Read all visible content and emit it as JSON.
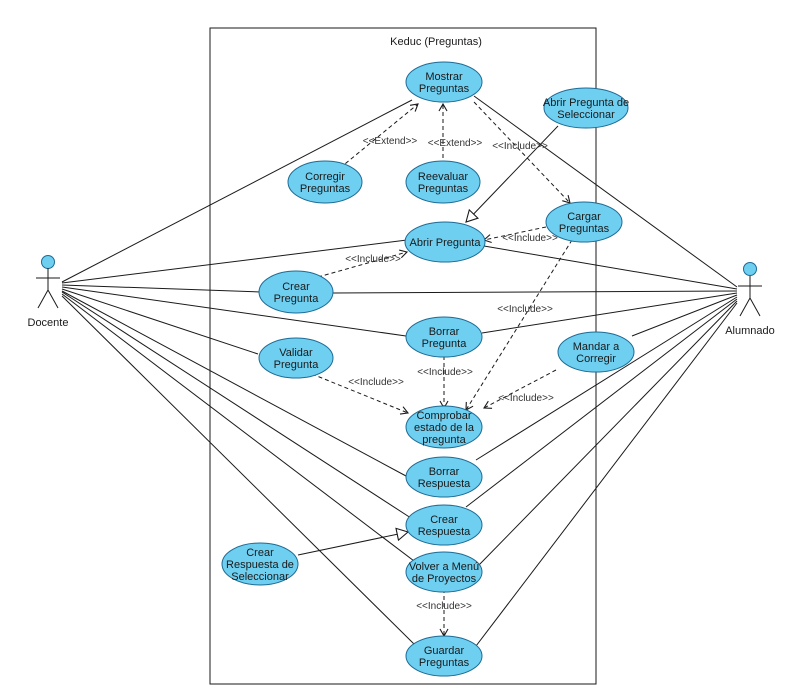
{
  "system": {
    "title": "Keduc (Preguntas)"
  },
  "colors": {
    "usecase_fill": "#6ecff0",
    "usecase_stroke": "#1d6b95",
    "line": "#1a1a1a",
    "actor_fill": "#6ecff0"
  },
  "actors": {
    "docente": "Docente",
    "alumnado": "Alumnado"
  },
  "usecases": {
    "mostrar_preguntas": [
      "Mostrar",
      "Preguntas"
    ],
    "abrir_pregunta_de_seleccionar": [
      "Abrir Pregunta de",
      "Seleccionar"
    ],
    "corregir_preguntas": [
      "Corregir",
      "Preguntas"
    ],
    "reevaluar_preguntas": [
      "Reevaluar",
      "Preguntas"
    ],
    "cargar_preguntas": [
      "Cargar",
      "Preguntas"
    ],
    "abrir_pregunta": [
      "Abrir Pregunta"
    ],
    "crear_pregunta": [
      "Crear",
      "Pregunta"
    ],
    "borrar_pregunta": [
      "Borrar",
      "Pregunta"
    ],
    "validar_pregunta": [
      "Validar",
      "Pregunta"
    ],
    "mandar_a_corregir": [
      "Mandar a",
      "Corregir"
    ],
    "comprobar_estado": [
      "Comprobar",
      "estado de la",
      "pregunta"
    ],
    "borrar_respuesta": [
      "Borrar",
      "Respuesta"
    ],
    "crear_respuesta": [
      "Crear",
      "Respuesta"
    ],
    "crear_respuesta_de_seleccionar": [
      "Crear",
      "Respuesta de",
      "Seleccionar"
    ],
    "volver_menu": [
      "Volver a Menú",
      "de Proyectos"
    ],
    "guardar_preguntas": [
      "Guardar",
      "Preguntas"
    ]
  },
  "relations": {
    "extend_corregir": "<<Extend>>",
    "extend_reevaluar": "<<Extend>>",
    "include_mostrar_cargar": "<<Include>>",
    "include_cargar_abrir": "<<Include>>",
    "include_crear_abrir": "<<Include>>",
    "include_cargar_comprobar": "<<Include>>",
    "include_borrar_comprobar": "<<Include>>",
    "include_validar_comprobar": "<<Include>>",
    "include_mandar_comprobar": "<<Include>>",
    "include_volver_guardar": "<<Include>>"
  }
}
